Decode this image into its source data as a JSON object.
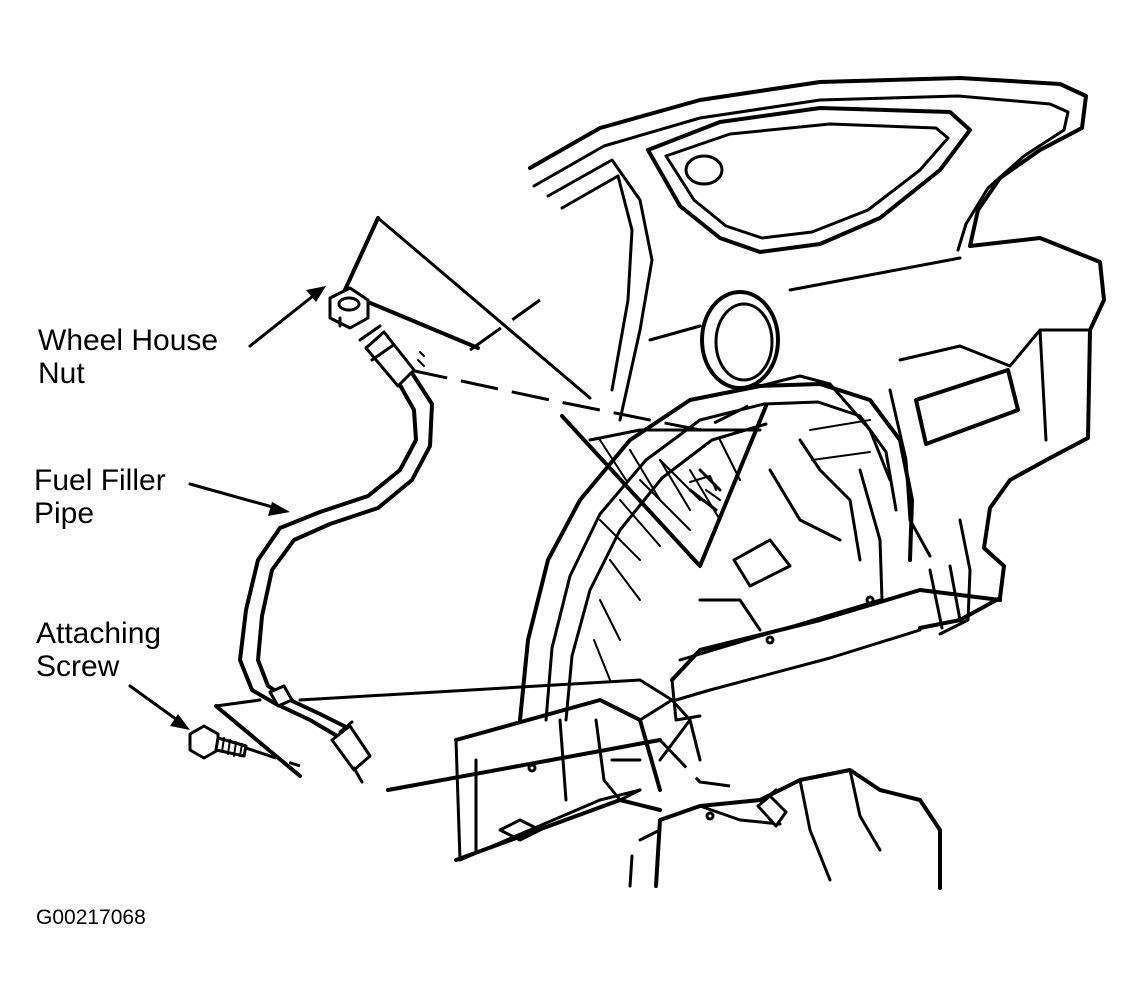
{
  "labels": {
    "wheel_house_nut_line1": "Wheel House",
    "wheel_house_nut_line2": "Nut",
    "fuel_filler_pipe_line1": "Fuel Filler",
    "fuel_filler_pipe_line2": "Pipe",
    "attaching_screw_line1": "Attaching",
    "attaching_screw_line2": "Screw"
  },
  "figure_id": "G00217068",
  "colors": {
    "line": "#000000",
    "background": "#ffffff"
  }
}
